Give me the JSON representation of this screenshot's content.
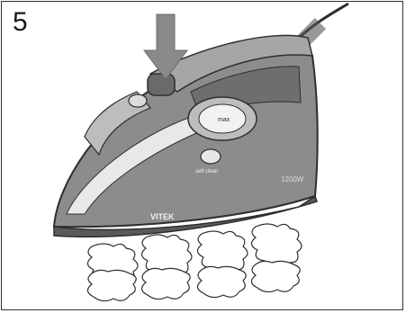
{
  "figure": {
    "step_number": "5",
    "brand_label": "VITEK",
    "dial_label": "max",
    "button_label": "self clean",
    "wattage_label": "1200W"
  },
  "colors": {
    "outline": "#2e2e2e",
    "body_gray": "#8c8c8c",
    "body_light": "#bdbdbd",
    "soleplate": "#5a5a5a",
    "arrow": "#8a8a8a",
    "steam": "#ffffff"
  },
  "icons": {
    "press_arrow": "down-arrow-icon",
    "steam": "steam-cloud-icon"
  }
}
